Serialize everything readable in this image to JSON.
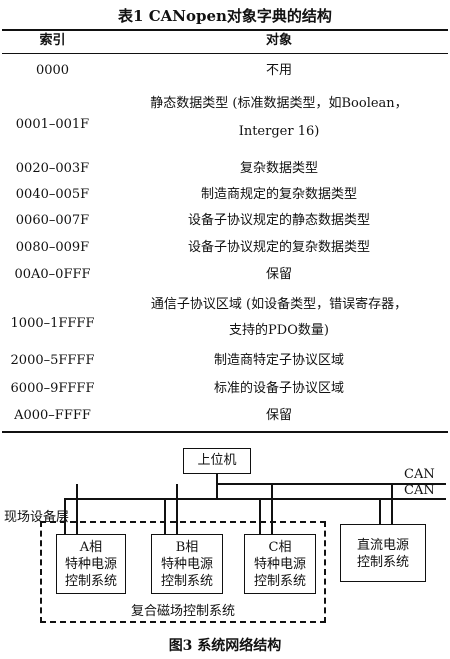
{
  "table": {
    "caption": "表1  CANopen对象字典的结构",
    "headers": {
      "index": "索引",
      "object": "对象"
    },
    "rows": [
      {
        "index": "0000",
        "object": "不用"
      },
      {
        "index": "0001–001F",
        "object": "静态数据类型 (标准数据类型，如Boolean，",
        "object2": "Interger 16)"
      },
      {
        "index": "0020–003F",
        "object": "复杂数据类型"
      },
      {
        "index": "0040–005F",
        "object": "制造商规定的复杂数据类型"
      },
      {
        "index": "0060–007F",
        "object": "设备子协议规定的静态数据类型"
      },
      {
        "index": "0080–009F",
        "object": "设备子协议规定的复杂数据类型"
      },
      {
        "index": "00A0–0FFF",
        "object": "保留"
      },
      {
        "index": "1000–1FFFF",
        "object": "通信子协议区域 (如设备类型，错误寄存器，",
        "object2": "支持的PDO数量)"
      },
      {
        "index": "2000–5FFFF",
        "object": "制造商特定子协议区域"
      },
      {
        "index": "6000–9FFFF",
        "object": "标准的设备子协议区域"
      },
      {
        "index": "A000–FFFF",
        "object": "保留"
      }
    ]
  },
  "figure": {
    "caption": "图3   系统网络结构",
    "host": "上位机",
    "bus1": "CAN",
    "bus2": "CAN",
    "field_layer": "现场设备层",
    "units": [
      {
        "line1": "A相",
        "line2": "特种电源",
        "line3": "控制系统"
      },
      {
        "line1": "B相",
        "line2": "特种电源",
        "line3": "控制系统"
      },
      {
        "line1": "C相",
        "line2": "特种电源",
        "line3": "控制系统"
      }
    ],
    "dc_unit": {
      "line1": "直流电源",
      "line2": "控制系统"
    },
    "group_label": "复合磁场控制系统"
  }
}
